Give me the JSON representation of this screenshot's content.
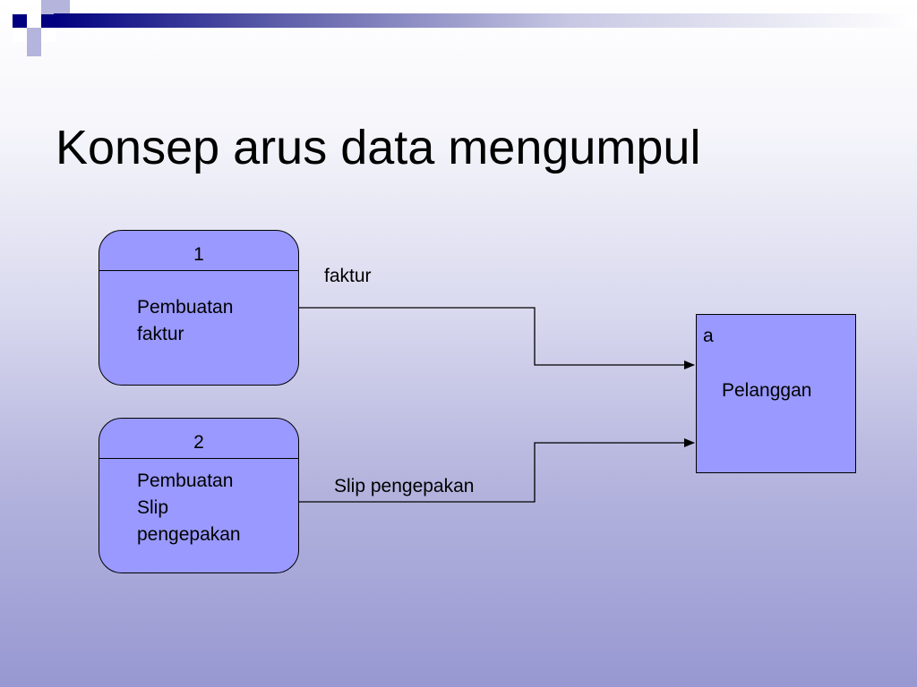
{
  "slide": {
    "title": "Konsep arus data mengumpul"
  },
  "colors": {
    "shape_fill": "#9999ff",
    "deco_dark": "#000080",
    "deco_light": "#b4b4dc"
  },
  "processes": [
    {
      "id": "1",
      "name": "Pembuatan\nfaktur"
    },
    {
      "id": "2",
      "name": "Pembuatan\nSlip\npengepakan"
    }
  ],
  "entity": {
    "id": "a",
    "name": "Pelanggan"
  },
  "flows": [
    {
      "label": "faktur"
    },
    {
      "label": "Slip pengepakan"
    }
  ]
}
